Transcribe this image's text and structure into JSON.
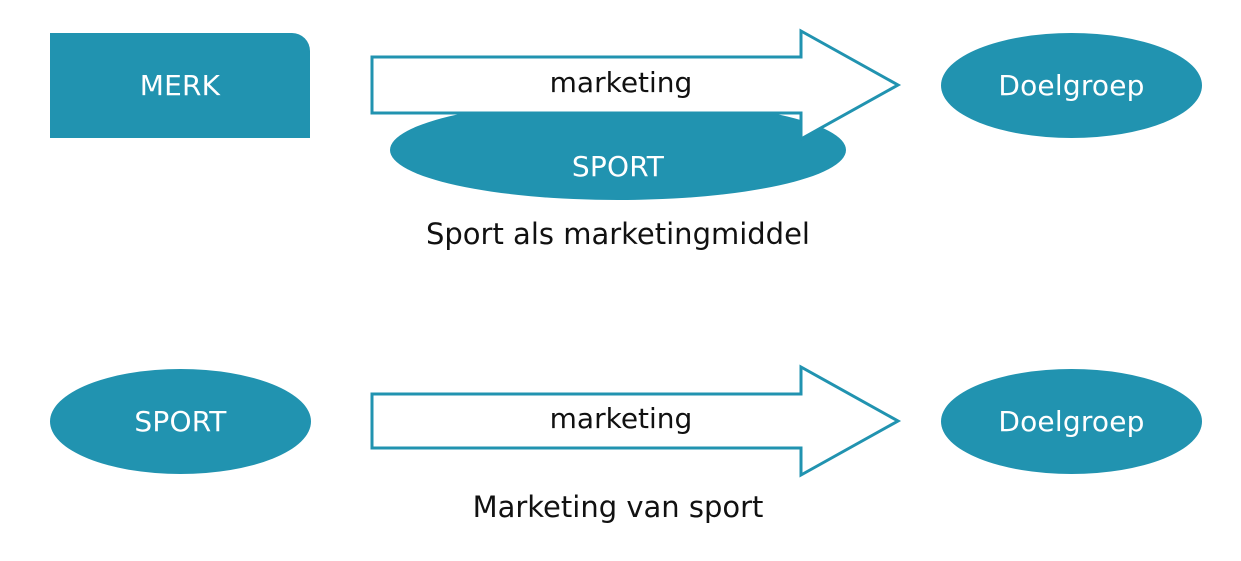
{
  "colors": {
    "accent": "#2193b0",
    "arrow_outline": "#2193b0",
    "text_dark": "#111111",
    "text_light": "#ffffff"
  },
  "diagram_top": {
    "source": "MERK",
    "arrow_label": "marketing",
    "carrier": "SPORT",
    "target": "Doelgroep",
    "caption": "Sport als marketingmiddel"
  },
  "diagram_bottom": {
    "source": "SPORT",
    "arrow_label": "marketing",
    "target": "Doelgroep",
    "caption": "Marketing van sport"
  }
}
